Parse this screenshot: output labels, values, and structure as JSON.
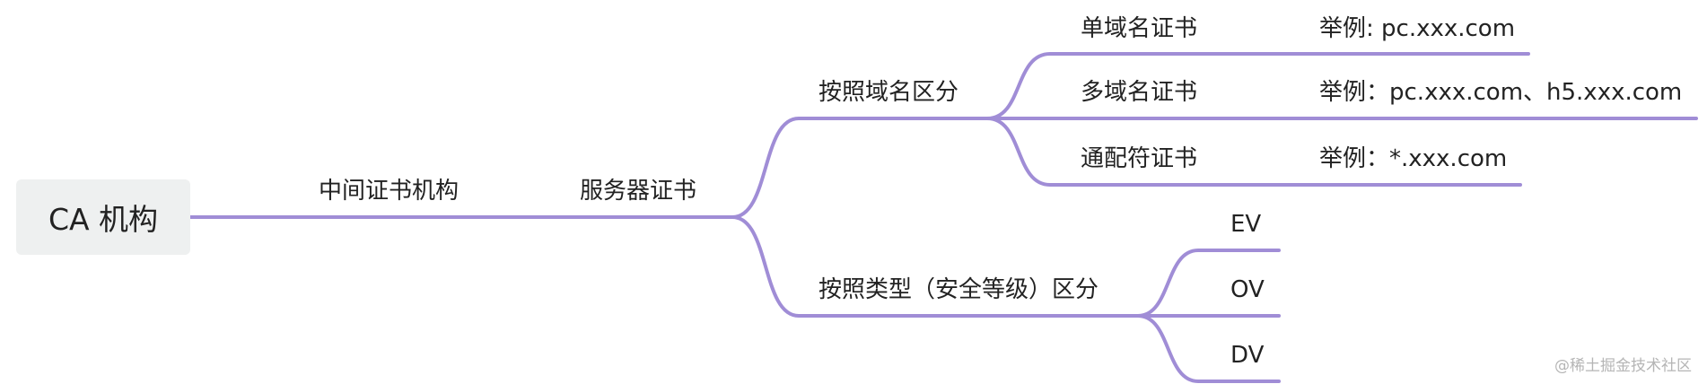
{
  "root": {
    "label": "CA 机构"
  },
  "level1": {
    "label": "中间证书机构"
  },
  "level2": {
    "label": "服务器证书"
  },
  "branches": [
    {
      "label": "按照域名区分",
      "children": [
        {
          "label": "单域名证书",
          "example": "举例: pc.xxx.com"
        },
        {
          "label": "多域名证书",
          "example": "举例：pc.xxx.com、h5.xxx.com"
        },
        {
          "label": "通配符证书",
          "example": "举例：*.xxx.com"
        }
      ]
    },
    {
      "label": "按照类型（安全等级）区分",
      "children": [
        {
          "label": "EV"
        },
        {
          "label": "OV"
        },
        {
          "label": "DV"
        }
      ]
    }
  ],
  "watermark": "@稀土掘金技术社区",
  "colors": {
    "line": "#a08dd6",
    "root_bg": "#eef0f0",
    "text": "#222222"
  }
}
